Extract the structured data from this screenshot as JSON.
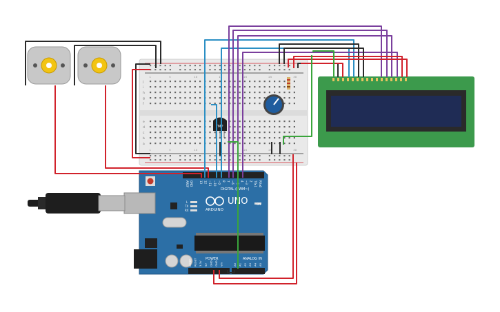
{
  "arduino": {
    "brand": "ARDUINO",
    "model": "UNO",
    "digital_label": "DIGITAL (PWM~)",
    "power_label": "POWER",
    "analog_label": "ANALOG IN",
    "on_label": "ON",
    "tx_label": "TX",
    "rx_label": "RX",
    "l_label": "L",
    "aref_label": "AREF",
    "gnd_label": "GND",
    "digital_pins": [
      "13",
      "12",
      "~11",
      "~10",
      "~9",
      "8",
      "7",
      "~6",
      "~5",
      "4",
      "~3",
      "2",
      "TX▸1",
      "RX◂0"
    ],
    "power_pins": [
      "IOREF",
      "RESET",
      "3.3V",
      "5V",
      "GND",
      "GND",
      "Vin"
    ],
    "analog_pins": [
      "A0",
      "A1",
      "A2",
      "A3",
      "A4",
      "A5"
    ]
  },
  "sensor": {
    "label": "TMP"
  },
  "breadboard": {
    "rows_top": [
      "j",
      "i",
      "h",
      "g",
      "f"
    ],
    "rows_bottom": [
      "e",
      "d",
      "c",
      "b",
      "a"
    ],
    "col_numbers": [
      "1",
      "5",
      "10",
      "15",
      "20",
      "25",
      "30"
    ]
  },
  "colors": {
    "wire_red": "#d1222b",
    "wire_black": "#2a2a2a",
    "wire_blue": "#2b8fc4",
    "wire_purple": "#7a3f9d",
    "wire_green": "#3aa53c",
    "board_blue": "#2c6fa6",
    "lcd_green": "#3c9a4c",
    "lcd_screen": "#1f2c55"
  }
}
